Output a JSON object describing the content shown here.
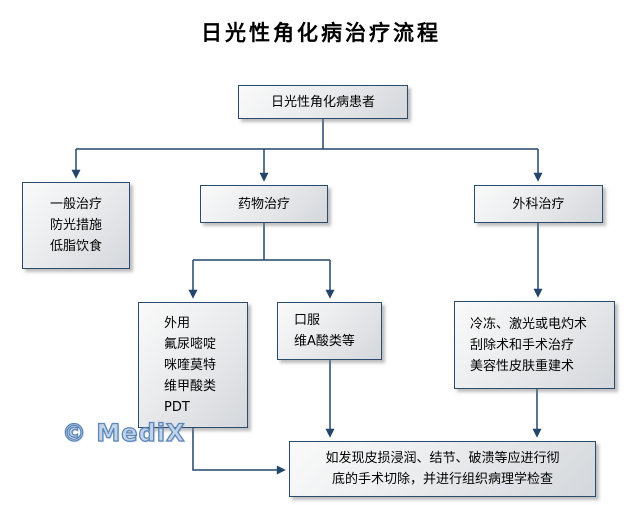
{
  "title": "日光性角化病治疗流程",
  "watermark": "© MediX",
  "colors": {
    "background": "#ffffff",
    "title_color": "#000000",
    "box_border": "#2a4a6e",
    "box_fill_light": "#fafafa",
    "box_fill_dark": "#d4d7db",
    "connector": "#24466b",
    "watermark_fill": "#c3d4ea",
    "watermark_outline": "#5d87b8"
  },
  "nodes": {
    "patient": {
      "label": "日光性角化病患者"
    },
    "general": {
      "lines": [
        "一般治疗",
        "防光措施",
        "低脂饮食"
      ]
    },
    "drug": {
      "label": "药物治疗"
    },
    "surgery": {
      "label": "外科治疗"
    },
    "topical": {
      "lines": [
        "外用",
        "氟尿嘧啶",
        "咪喹莫特",
        "维甲酸类",
        "PDT"
      ]
    },
    "oral": {
      "lines": [
        "口服",
        "维A酸类等"
      ]
    },
    "procedures": {
      "lines": [
        "冷冻、激光或电灼术",
        "刮除术和手术治疗",
        "美容性皮肤重建术"
      ]
    },
    "excision": {
      "lines": [
        "如发现皮损浸润、结节、破溃等应进行彻",
        "底的手术切除，并进行组织病理学检查"
      ]
    }
  }
}
